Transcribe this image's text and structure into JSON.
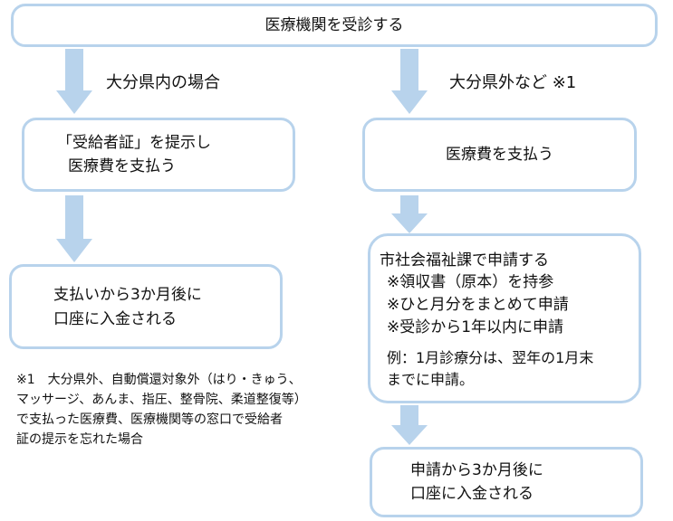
{
  "top": {
    "label": "医療機関を受診する"
  },
  "left": {
    "branch_label": "大分県内の場合",
    "step1": [
      "「受給者証」を提示し",
      "医療費を支払う"
    ],
    "step2": [
      "支払いから3か月後に",
      "口座に入金される"
    ]
  },
  "right": {
    "branch_label": "大分県外など ※1",
    "step1": "医療費を支払う",
    "step2": {
      "title": "市社会福祉課で申請する",
      "items": [
        "※領収書（原本）を持参",
        "※ひと月分をまとめて申請",
        "※受診から1年以内に申請"
      ],
      "example": [
        "例：1月診療分は、翌年の1月末",
        "までに申請。"
      ]
    },
    "step3": [
      "申請から3か月後に",
      "口座に入金される"
    ]
  },
  "footnote": [
    "※1　大分県外、自動償還対象外（はり・きゅう、",
    "マッサージ、あんま、指圧、整骨院、柔道整復等）",
    "で支払った医療費、医療機関等の窓口で受給者",
    "証の提示を忘れた場合"
  ],
  "colors": {
    "border": "#b8d3ec",
    "arrow": "#b8d3ec"
  }
}
